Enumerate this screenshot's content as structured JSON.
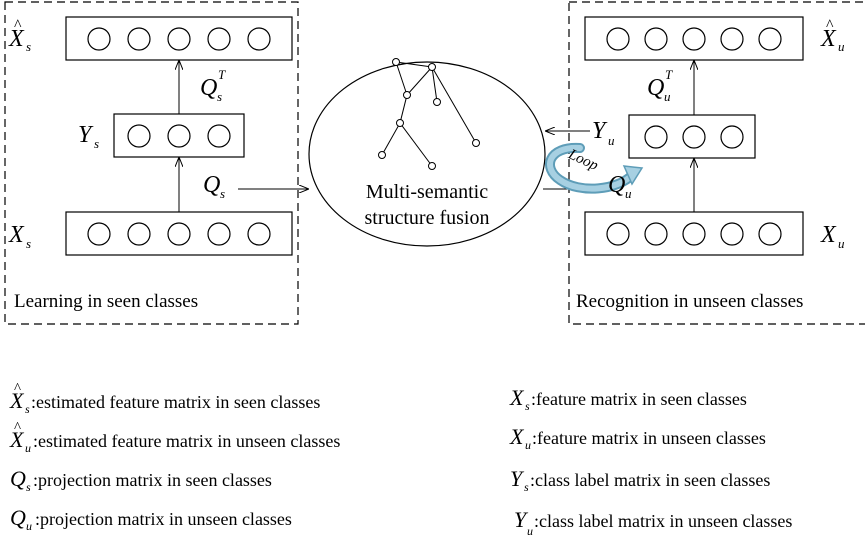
{
  "panels": {
    "left_label": "Learning in seen classes",
    "right_label": "Recognition in unseen classes"
  },
  "center": {
    "line1": "Multi-semantic",
    "line2": "structure fusion",
    "loop_label": "Loop"
  },
  "symbols": {
    "X": "X",
    "Y": "Y",
    "Q": "Q",
    "seen": "s",
    "unseen": "u",
    "transpose": "T",
    "hat": "^"
  },
  "legend": {
    "xhat_s": ":estimated feature matrix in seen classes",
    "xhat_u": ":estimated feature matrix in unseen classes",
    "q_s": ":projection matrix in seen classes",
    "q_u": ":projection matrix in unseen classes",
    "x_s": ":feature matrix in seen classes",
    "x_u": ":feature matrix in unseen classes",
    "y_s": " :class label matrix in seen classes",
    "y_u": ":class label matrix in unseen classes"
  },
  "colors": {
    "loop_arrow": "#8fc0d6",
    "loop_arrow_edge": "#5e9db8",
    "line": "#000000"
  }
}
